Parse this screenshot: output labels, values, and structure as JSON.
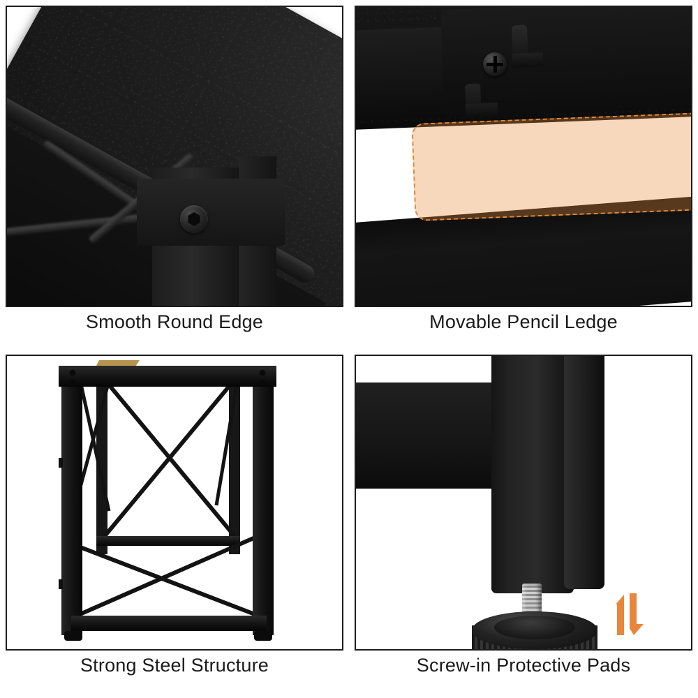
{
  "page": {
    "layout": "2x2 product feature grid",
    "background_color": "#ffffff",
    "panel_border_color": "#1c1c1c",
    "caption_color": "#1a1a1a",
    "accent_color": "#e8863c"
  },
  "features": [
    {
      "id": "smooth-round-edge",
      "caption": "Smooth Round Edge",
      "image_alt": "Close-up of a black textured desktop corner with a rounded edge, a square steel leg and a hex screw"
    },
    {
      "id": "movable-pencil-ledge",
      "caption": "Movable Pencil Ledge",
      "image_alt": "Black pencil ledge mounted under the desktop with a Phillips screw and hook slots, highlighted by a dashed orange box"
    },
    {
      "id": "strong-steel-structure",
      "caption": "Strong Steel Structure",
      "image_alt": "Side view of the black steel desk frame with X-shaped cross braces and bolted top rail"
    },
    {
      "id": "screw-in-protective-pads",
      "caption": "Screw-in Protective Pads",
      "image_alt": "Adjustable screw-in leveling foot under a square black desk leg with an orange up-down arrow icon"
    }
  ],
  "icons": {
    "height_adjust_arrows": "up-down-arrows-icon",
    "hex_screw": "hex-screw-icon",
    "phillips_screw": "phillips-screw-icon"
  },
  "highlight": {
    "style": "dashed",
    "border_color": "#e08a3c",
    "fill_color": "rgba(232,140,60,0.34)"
  }
}
